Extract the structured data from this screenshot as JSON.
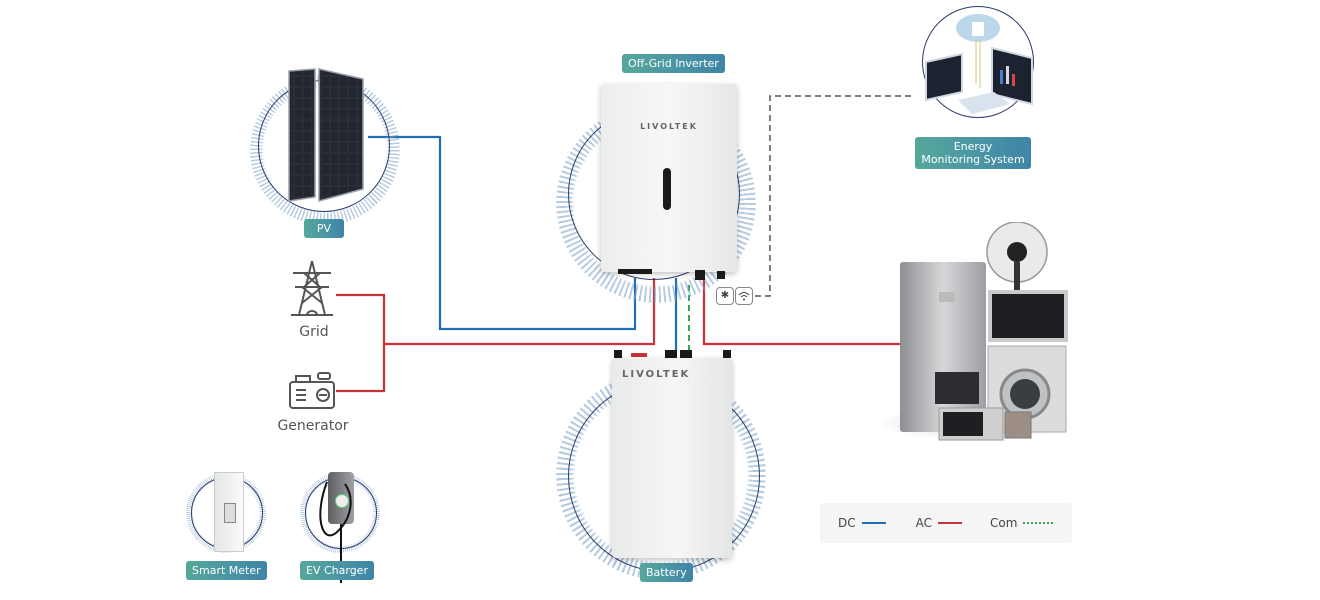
{
  "diagram": {
    "nodes": {
      "pv": {
        "label": "PV"
      },
      "inverter": {
        "label": "Off-Grid Inverter",
        "brand": "LIVOLTEK"
      },
      "ems": {
        "label_line1": "Energy",
        "label_line2": "Monitoring System"
      },
      "grid": {
        "label": "Grid"
      },
      "generator": {
        "label": "Generator"
      },
      "battery": {
        "label": "Battery",
        "brand": "LIVOLTEK"
      },
      "loads": {
        "label": ""
      },
      "smart_meter": {
        "label": "Smart Meter"
      },
      "ev_charger": {
        "label": "EV Charger"
      }
    },
    "comm_icons": [
      "bluetooth-icon",
      "wifi-icon"
    ],
    "legend": {
      "dc": {
        "label": "DC",
        "color": "#1f6fb4"
      },
      "ac": {
        "label": "AC",
        "color": "#c8323a"
      },
      "com": {
        "label": "Com",
        "color": "#3aa655"
      }
    },
    "colors": {
      "tag_gradient_start": "#55a79a",
      "tag_gradient_end": "#3f84a6",
      "com_link_dark": "#555555"
    },
    "connections": [
      {
        "from": "PV",
        "to": "Off-Grid Inverter",
        "type": "DC"
      },
      {
        "from": "Grid",
        "to": "Off-Grid Inverter",
        "type": "AC"
      },
      {
        "from": "Generator",
        "to": "Off-Grid Inverter",
        "type": "AC"
      },
      {
        "from": "Off-Grid Inverter",
        "to": "Battery",
        "type": "DC"
      },
      {
        "from": "Off-Grid Inverter",
        "to": "Battery",
        "type": "Com"
      },
      {
        "from": "Off-Grid Inverter",
        "to": "Loads",
        "type": "AC"
      },
      {
        "from": "Off-Grid Inverter",
        "to": "Energy Monitoring System",
        "type": "Com"
      }
    ]
  }
}
